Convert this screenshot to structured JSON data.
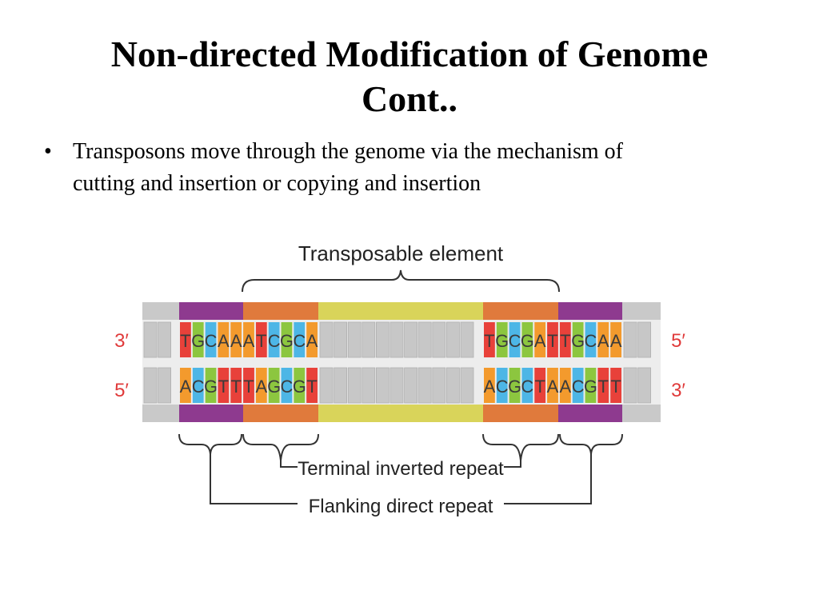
{
  "slide": {
    "title_line1": "Non-directed Modification of Genome",
    "title_line2": "Cont..",
    "bullet_symbol": "•",
    "bullet_line1": "Transposons move through the genome via the mechanism  of",
    "bullet_line2": "cutting and insertion or copying and insertion"
  },
  "diagram": {
    "label_transposable": "Transposable element",
    "label_tir": "Terminal inverted repeat",
    "label_fdr": "Flanking direct repeat",
    "end_top_left": "3′",
    "end_top_right": "5′",
    "end_bottom_left": "5′",
    "end_bottom_right": "3′",
    "top_left_seq": [
      "T",
      "G",
      "C",
      "A",
      "A",
      "A",
      "T",
      "C",
      "G",
      "C",
      "A"
    ],
    "top_right_seq": [
      "T",
      "G",
      "C",
      "G",
      "A",
      "T",
      "T",
      "G",
      "C",
      "A",
      "A"
    ],
    "bottom_left_seq": [
      "A",
      "C",
      "G",
      "T",
      "T",
      "T",
      "A",
      "G",
      "C",
      "G",
      "T"
    ],
    "bottom_right_seq": [
      "A",
      "C",
      "G",
      "C",
      "T",
      "A",
      "A",
      "C",
      "G",
      "T",
      "T"
    ],
    "colors": {
      "A": "#f39a2d",
      "T": "#e8413a",
      "G": "#8cc63f",
      "C": "#4db6e6",
      "flank": "#8e3a8f",
      "tir": "#e07a3c",
      "core": "#d9d45a",
      "end_label": "#e03a3a"
    }
  }
}
